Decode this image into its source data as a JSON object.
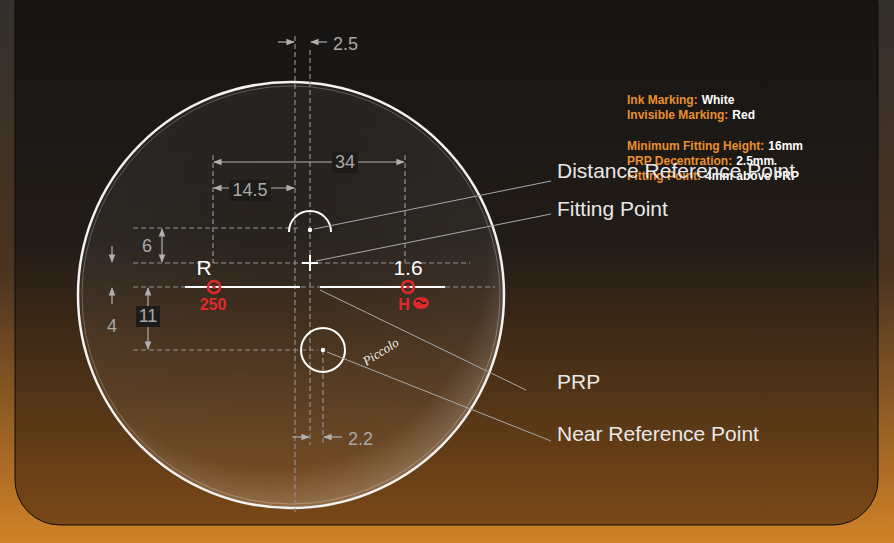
{
  "diagram": {
    "labels": [
      "Ink Marking:",
      "White",
      "Invisible Marking:",
      "Red",
      "Minimum Fitting Height:",
      "16mm",
      "PRP Decentration:",
      "2.5mm",
      "Fitting Point:",
      "4mm above PRP",
      "2.5",
      "34",
      "14.5",
      "6",
      "R",
      "1.6",
      "250",
      "H",
      "4",
      "11",
      "Piccolo",
      "2.2",
      "Distance Reference Point",
      "Fitting Point",
      "PRP",
      "Near Reference Point"
    ]
  }
}
